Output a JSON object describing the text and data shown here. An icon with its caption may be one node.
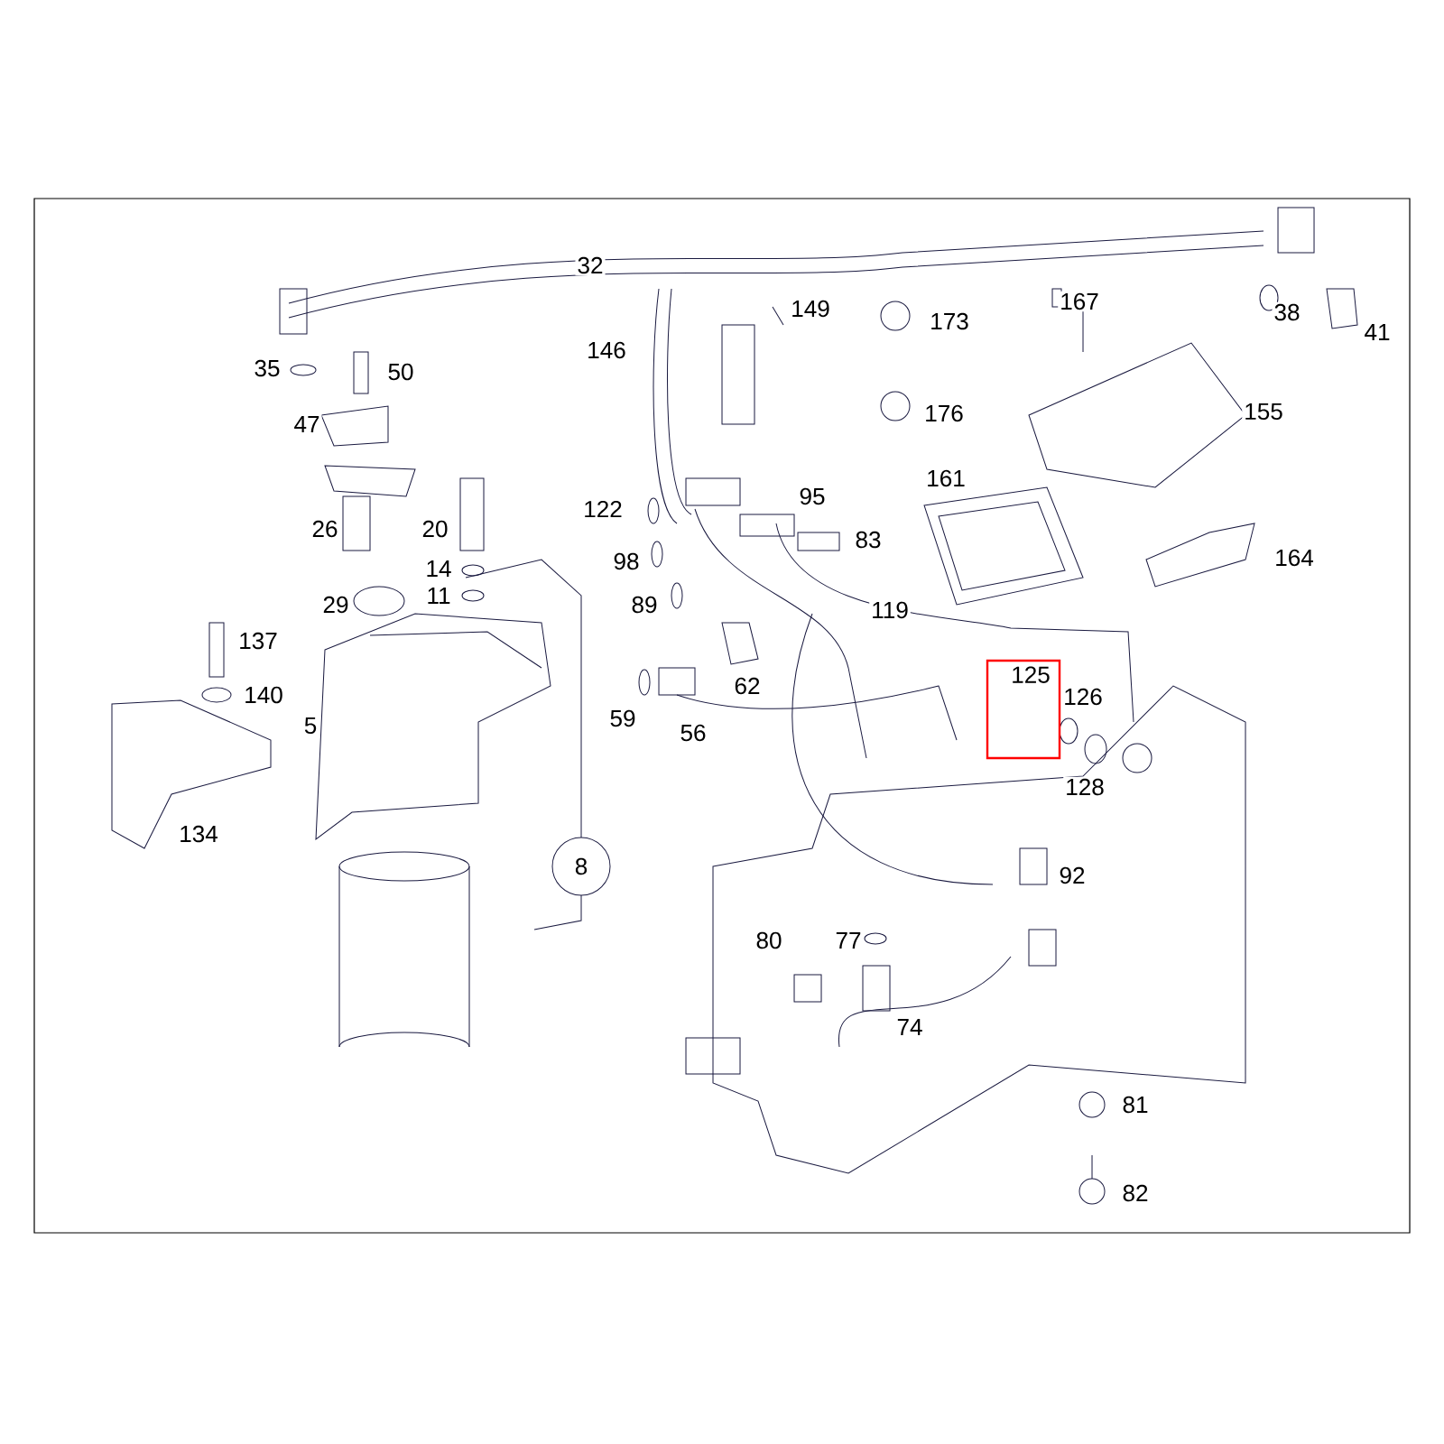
{
  "diagram": {
    "nodes": [
      {
        "text": [
          "8"
        ]
      },
      {
        "text": [
          "125"
        ]
      }
    ],
    "labels": [
      "32",
      "149",
      "146",
      "173",
      "167",
      "38",
      "41",
      "35",
      "50",
      "47",
      "176",
      "155",
      "26",
      "20",
      "122",
      "95",
      "161",
      "14",
      "98",
      "83",
      "11",
      "29",
      "89",
      "164",
      "119",
      "137",
      "140",
      "62",
      "5",
      "59",
      "56",
      "126",
      "128",
      "134",
      "92",
      "80",
      "77",
      "74",
      "81",
      "82"
    ]
  }
}
